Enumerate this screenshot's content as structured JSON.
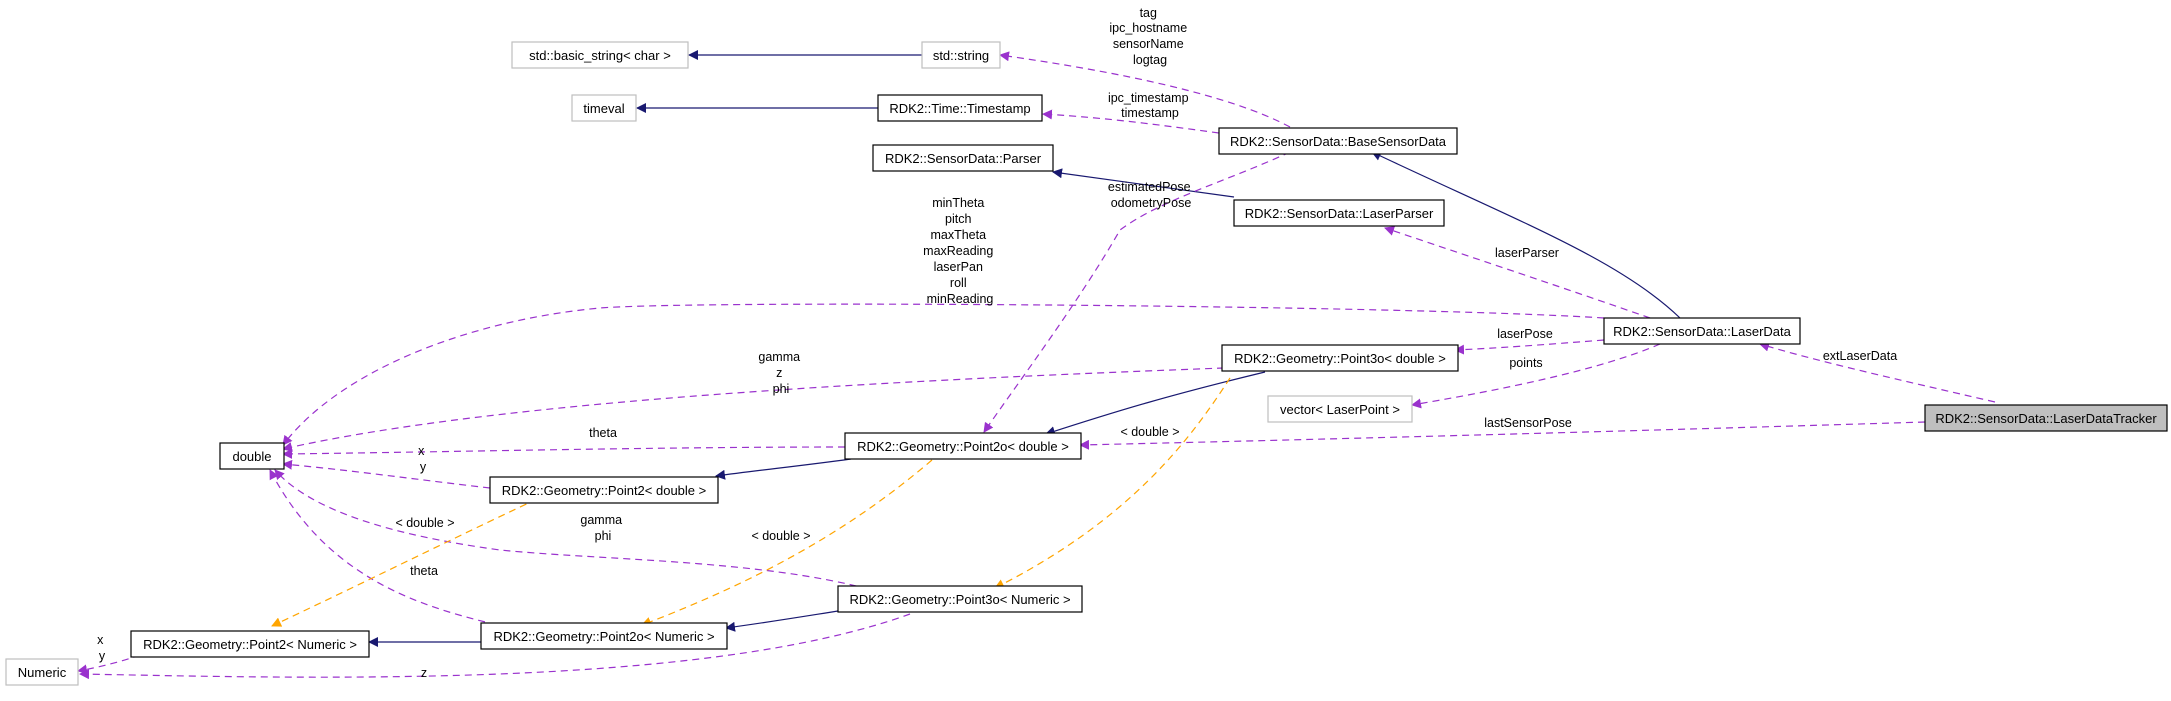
{
  "nodes": {
    "basic_string": "std::basic_string< char >",
    "std_string": "std::string",
    "timeval": "timeval",
    "timestamp": "RDK2::Time::Timestamp",
    "parser": "RDK2::SensorData::Parser",
    "base_sensor_data": "RDK2::SensorData::BaseSensorData",
    "laser_parser": "RDK2::SensorData::LaserParser",
    "laser_data": "RDK2::SensorData::LaserData",
    "laser_data_tracker": "RDK2::SensorData::LaserDataTracker",
    "point3o_double": "RDK2::Geometry::Point3o< double >",
    "vector_laserpoint": "vector< LaserPoint >",
    "point2o_double": "RDK2::Geometry::Point2o< double >",
    "double": "double",
    "point2_double": "RDK2::Geometry::Point2< double >",
    "point3o_numeric": "RDK2::Geometry::Point3o< Numeric >",
    "point2o_numeric": "RDK2::Geometry::Point2o< Numeric >",
    "point2_numeric": "RDK2::Geometry::Point2< Numeric >",
    "numeric": "Numeric"
  },
  "labels": {
    "string_members": [
      "tag",
      "ipc_hostname",
      "sensorName",
      "logtag"
    ],
    "timestamp_members": [
      "ipc_timestamp",
      "timestamp"
    ],
    "pose_members": [
      "estimatedPose",
      "odometryPose"
    ],
    "laser_double_members": [
      "minTheta",
      "pitch",
      "maxTheta",
      "maxReading",
      "laserPan",
      "roll",
      "minReading"
    ],
    "laser_parser_member": "laserParser",
    "laser_pose": "laserPose",
    "points": "points",
    "ext_laser_data": "extLaserData",
    "last_sensor_pose": "lastSensorPose",
    "p3o_double_members": [
      "gamma",
      "z",
      "phi"
    ],
    "theta_upper": "theta",
    "p2_xy_members": [
      "x",
      "y"
    ],
    "tpl_double_a": "< double >",
    "tpl_double_b": "< double >",
    "tpl_double_c": "< double >",
    "p3o_numeric_members": [
      "gamma",
      "phi"
    ],
    "theta_lower": "theta",
    "numeric_xy_members": [
      "x",
      "y"
    ],
    "numeric_z": "z"
  },
  "colors": {
    "inheritance": "#191970",
    "usage": "#9a32cd",
    "template": "#ffa500",
    "focus_fill": "#bfbfbf",
    "external_border": "#bfbfbf"
  }
}
